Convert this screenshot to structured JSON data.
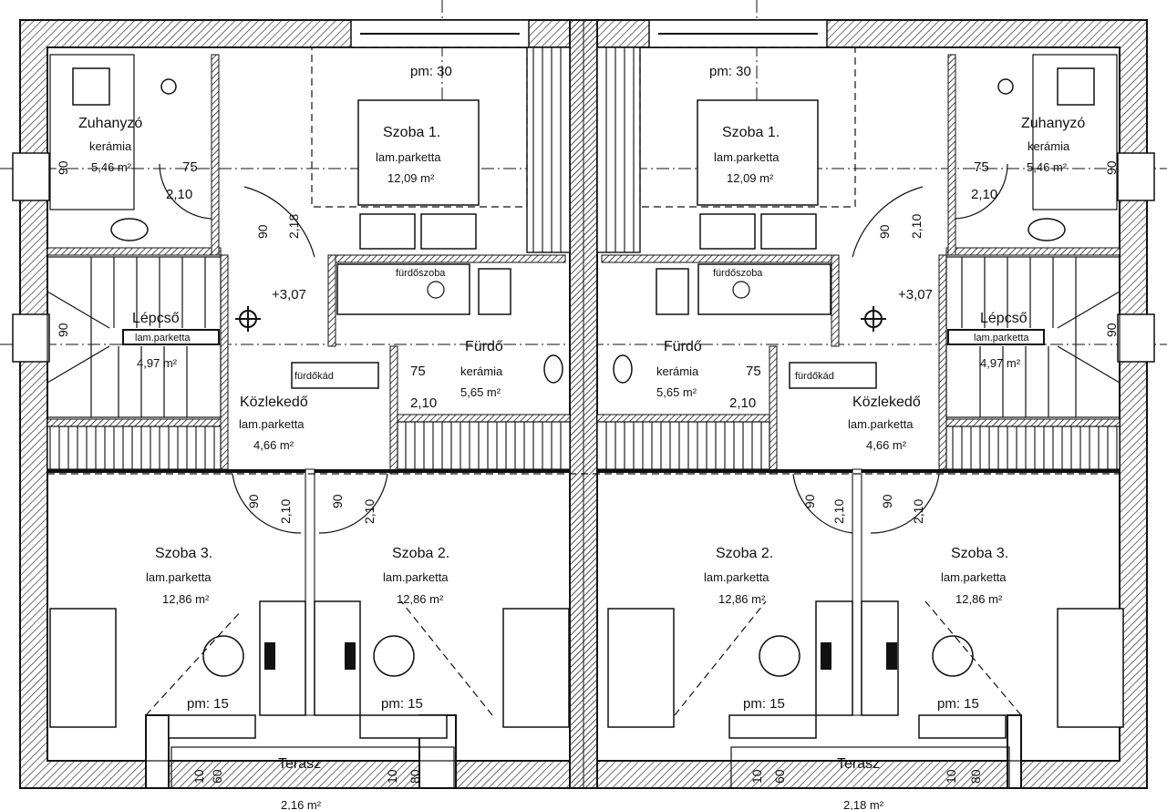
{
  "plan": {
    "left": {
      "bathroom_shower": {
        "name": "Zuhanyzó",
        "floor": "kerámia",
        "area": "5,46 m²"
      },
      "room1": {
        "name": "Szoba 1.",
        "floor": "lam.parketta",
        "area": "12,09 m²",
        "pm": "pm: 30"
      },
      "stairs": {
        "name": "Lépcső",
        "floor": "lam.parketta",
        "area": "4,97 m²"
      },
      "bathroom": {
        "name": "Fürdő",
        "floor": "kerámia",
        "area": "5,65 m²"
      },
      "corridor": {
        "name": "Közlekedő",
        "floor": "lam.parketta",
        "area": "4,66 m²"
      },
      "room3": {
        "name": "Szoba 3.",
        "floor": "lam.parketta",
        "area": "12,86 m²"
      },
      "room2": {
        "name": "Szoba 2.",
        "floor": "lam.parketta",
        "area": "12,86 m²"
      },
      "terrace": {
        "name": "Terasz"
      },
      "level": "+3,07",
      "pm15_a": "pm: 15",
      "pm15_b": "pm: 15",
      "bath_label": "fürdőkád",
      "tub_label": "fürdőszoba",
      "bottom_dim": "2,16 m²"
    },
    "right": {
      "bathroom_shower": {
        "name": "Zuhanyzó",
        "floor": "kerámia",
        "area": "5,46 m²"
      },
      "room1": {
        "name": "Szoba 1.",
        "floor": "lam.parketta",
        "area": "12,09 m²",
        "pm": "pm: 30"
      },
      "stairs": {
        "name": "Lépcső",
        "floor": "lam.parketta",
        "area": "4,97 m²"
      },
      "bathroom": {
        "name": "Fürdő",
        "floor": "kerámia",
        "area": "5,65 m²"
      },
      "corridor": {
        "name": "Közlekedő",
        "floor": "lam.parketta",
        "area": "4,66 m²"
      },
      "room2": {
        "name": "Szoba 2.",
        "floor": "lam.parketta",
        "area": "12,86 m²"
      },
      "room3": {
        "name": "Szoba 3.",
        "floor": "lam.parketta",
        "area": "12,86 m²"
      },
      "terrace": {
        "name": "Terasz"
      },
      "level": "+3,07",
      "pm15_a": "pm: 15",
      "pm15_b": "pm: 15",
      "bath_label": "fürdőkád",
      "tub_label": "fürdőszoba",
      "bottom_dim": "2,18 m²"
    },
    "dims": {
      "d90": "90",
      "d75": "75",
      "d210": "2,10",
      "d218": "2,18",
      "d10": "10",
      "d80": "80",
      "d60": "60"
    }
  }
}
